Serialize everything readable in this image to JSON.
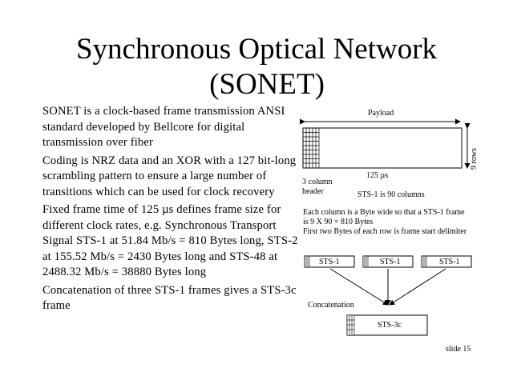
{
  "title_line1": "Synchronous Optical Network",
  "title_line2": "(SONET)",
  "bullets": [
    "SONET is a clock-based frame transmission ANSI standard developed by Bellcore for digital transmission over fiber",
    "Coding is NRZ data and an XOR with a 127 bit-long scrambling pattern to ensure a large number of transitions which can be used for clock recovery",
    "Fixed frame time of 125 µs defines frame size for different clock rates, e.g. Synchronous Transport Signal STS-1 at 51.84 Mb/s = 810 Bytes long, STS-2 at 155.52 Mb/s = 2430 Bytes long and STS-48 at 2488.32 Mb/s = 38880 Bytes long",
    "Concatenation of three STS-1 frames gives a STS-3c frame"
  ],
  "diagram": {
    "payload_label": "Payload",
    "rows_label": "9 rows",
    "header_label_line1": "3 column",
    "header_label_line2": "header",
    "time_label": "125 µs",
    "columns_label": "STS-1 is 90 columns",
    "note_line1": "Each column is a Byte wide so that a STS-1 frame",
    "note_line2": "is 9 X 90 = 810 Bytes",
    "note_line3": "First two Bytes of each row is frame start delimiter",
    "frames": [
      "STS-1",
      "STS-1",
      "STS-1"
    ],
    "concatenation_label": "Concatenation",
    "result_frame": "STS-3c"
  },
  "slide_number": "slide 15"
}
